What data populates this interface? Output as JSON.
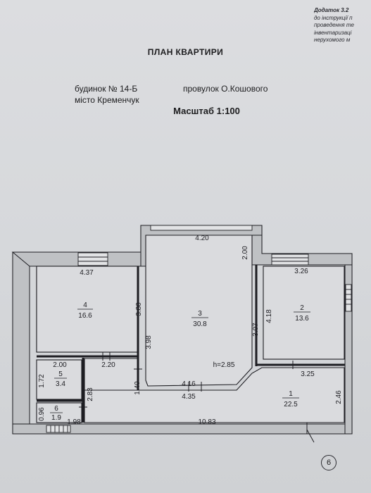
{
  "corner_note": {
    "title": "Додаток 3.2",
    "lines": [
      "до інструкції п",
      "проведення те",
      "інвентаризаці",
      "нерухомого м"
    ]
  },
  "heading": "ПЛАН КВАРТИРИ",
  "address": {
    "building": "будинок № 14-Б",
    "street": "провулок О.Кошового",
    "city": "місто Кременчук"
  },
  "scale": "Масштаб 1:100",
  "rooms": [
    {
      "number": "4",
      "area": "16.6"
    },
    {
      "number": "3",
      "area": "30.8"
    },
    {
      "number": "2",
      "area": "13.6"
    },
    {
      "number": "1",
      "area": "22.5"
    },
    {
      "number": "5",
      "area": "3.4"
    },
    {
      "number": "6",
      "area": "1.9"
    }
  ],
  "ceiling_height": "h=2.85",
  "dimensions": {
    "d420": "4.20",
    "d200a": "2.00",
    "d437": "4.37",
    "d326": "3.26",
    "d380": "3.80",
    "d398": "3.98",
    "d307": "3.07",
    "d418": "4.18",
    "d200b": "2.00",
    "d220": "2.20",
    "d325": "3.25",
    "d172": "1.72",
    "d283": "2.83",
    "d140": "1.40",
    "d416": "4.16",
    "d435": "4.35",
    "d246": "2.46",
    "d096": "0.96",
    "d198": "1.98",
    "d1083": "10.83"
  },
  "page_number": "6"
}
